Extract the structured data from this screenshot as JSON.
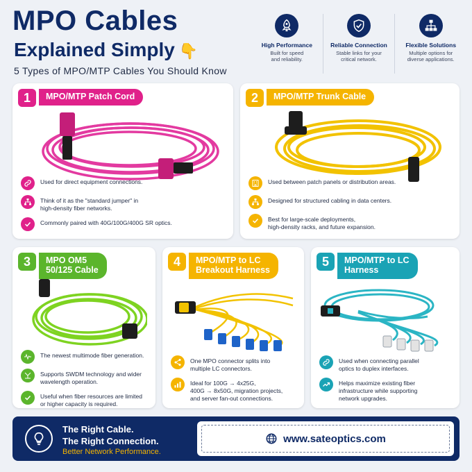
{
  "header": {
    "title_line1": "MPO Cables",
    "title_line2": "Explained Simply",
    "title_emoji": "👇",
    "subtitle": "5 Types of MPO/MTP Cables You Should Know"
  },
  "features": [
    {
      "icon": "rocket-icon",
      "title": "High Performance",
      "desc_line1": "Built for speed",
      "desc_line2": "and reliability."
    },
    {
      "icon": "shield-check-icon",
      "title": "Reliable Connection",
      "desc_line1": "Stable links for your",
      "desc_line2": "critical network."
    },
    {
      "icon": "network-hierarchy-icon",
      "title": "Flexible Solutions",
      "desc_line1": "Multiple options for",
      "desc_line2": "diverse applications."
    }
  ],
  "cards": [
    {
      "number": "1",
      "title": "MPO/MTP Patch Cord",
      "accent": "#e0218a",
      "cable_color": "#e33aa0",
      "bullets": [
        {
          "icon": "link-icon",
          "text_line1": "Used for direct equipment connections.",
          "text_line2": ""
        },
        {
          "icon": "hierarchy-icon",
          "text_line1": "Think of it as the \"standard jumper\" in",
          "text_line2": "high-density fiber networks."
        },
        {
          "icon": "check-icon",
          "text_line1": "Commonly paired with 40G/100G/400G SR optics.",
          "text_line2": ""
        }
      ]
    },
    {
      "number": "2",
      "title": "MPO/MTP Trunk Cable",
      "accent": "#f5b400",
      "cable_color": "#f2c200",
      "bullets": [
        {
          "icon": "building-icon",
          "text_line1": "Used between patch panels or distribution areas.",
          "text_line2": ""
        },
        {
          "icon": "hierarchy-icon",
          "text_line1": "Designed for structured cabling in data centers.",
          "text_line2": ""
        },
        {
          "icon": "check-icon",
          "text_line1": "Best for large-scale deployments,",
          "text_line2": "high-density racks, and future expansion."
        }
      ]
    },
    {
      "number": "3",
      "title_line1": "MPO OM5",
      "title_line2": "50/125 Cable",
      "accent": "#5bb52c",
      "cable_color": "#7ed321",
      "bullets": [
        {
          "icon": "waveform-icon",
          "text_line1": "The newest multimode fiber generation.",
          "text_line2": ""
        },
        {
          "icon": "merge-arrows-icon",
          "text_line1": "Supports SWDM technology and wider",
          "text_line2": "wavelength operation."
        },
        {
          "icon": "check-icon",
          "text_line1": "Useful when fiber resources are limited",
          "text_line2": "or higher capacity is required."
        }
      ]
    },
    {
      "number": "4",
      "title_line1": "MPO/MTP to LC",
      "title_line2": "Breakout Harness",
      "accent": "#f5b400",
      "cable_color": "#f2c200",
      "bullets": [
        {
          "icon": "share-icon",
          "text_line1": "One MPO connector splits into",
          "text_line2": "multiple LC connectors."
        },
        {
          "icon": "bar-chart-icon",
          "text_line1": "Ideal for 100G → 4x25G,",
          "text_line2": "400G → 8x50G, migration projects,",
          "text_line3": "and server fan-out connections."
        }
      ]
    },
    {
      "number": "5",
      "title_line1": "MPO/MTP to LC",
      "title_line2": "Harness",
      "accent": "#1aa3b5",
      "cable_color": "#2bb5c4",
      "bullets": [
        {
          "icon": "link-icon",
          "text_line1": "Used when connecting parallel",
          "text_line2": "optics to duplex interfaces."
        },
        {
          "icon": "trend-up-icon",
          "text_line1": "Helps maximize existing fiber",
          "text_line2": "infrastructure while supporting",
          "text_line3": "network upgrades."
        }
      ]
    }
  ],
  "footer": {
    "line1": "The Right Cable.",
    "line2": "The Right Connection.",
    "line3": "Better Network Performance.",
    "website": "www.sateoptics.com"
  }
}
